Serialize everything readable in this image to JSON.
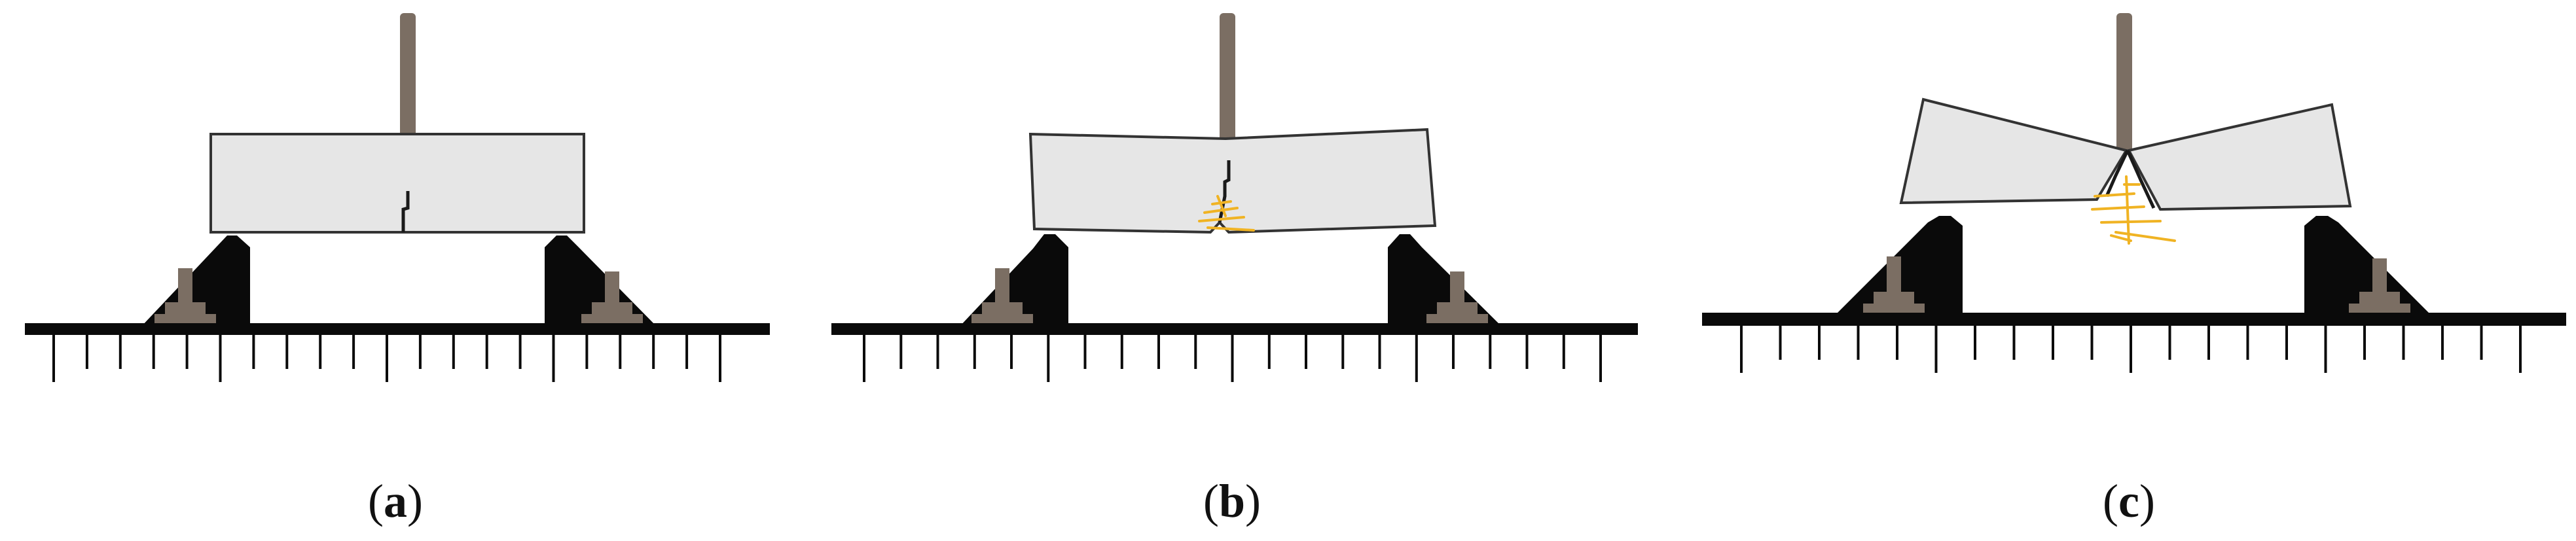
{
  "panels": [
    {
      "id": "a",
      "stage": "intact",
      "caption": {
        "open": "(",
        "letter": "a",
        "close": ")"
      }
    },
    {
      "id": "b",
      "stage": "bending",
      "caption": {
        "open": "(",
        "letter": "b",
        "close": ")"
      }
    },
    {
      "id": "c",
      "stage": "fracture",
      "caption": {
        "open": "(",
        "letter": "c",
        "close": ")"
      }
    }
  ],
  "colors": {
    "beam_fill": "#e6e6e6",
    "beam_stroke": "#333333",
    "loading_pin": "#7b6e63",
    "support_block": "#0a0a0a",
    "bolt": "#7b6e63",
    "base_rail": "#0a0a0a",
    "crack": "#1a1a1a",
    "crack_glow": "#f0b323"
  },
  "icons": {
    "loading_pin": "loading-pin-icon",
    "support": "roller-support-icon",
    "bolt": "anchor-bolt-icon",
    "crack": "crack-icon"
  }
}
